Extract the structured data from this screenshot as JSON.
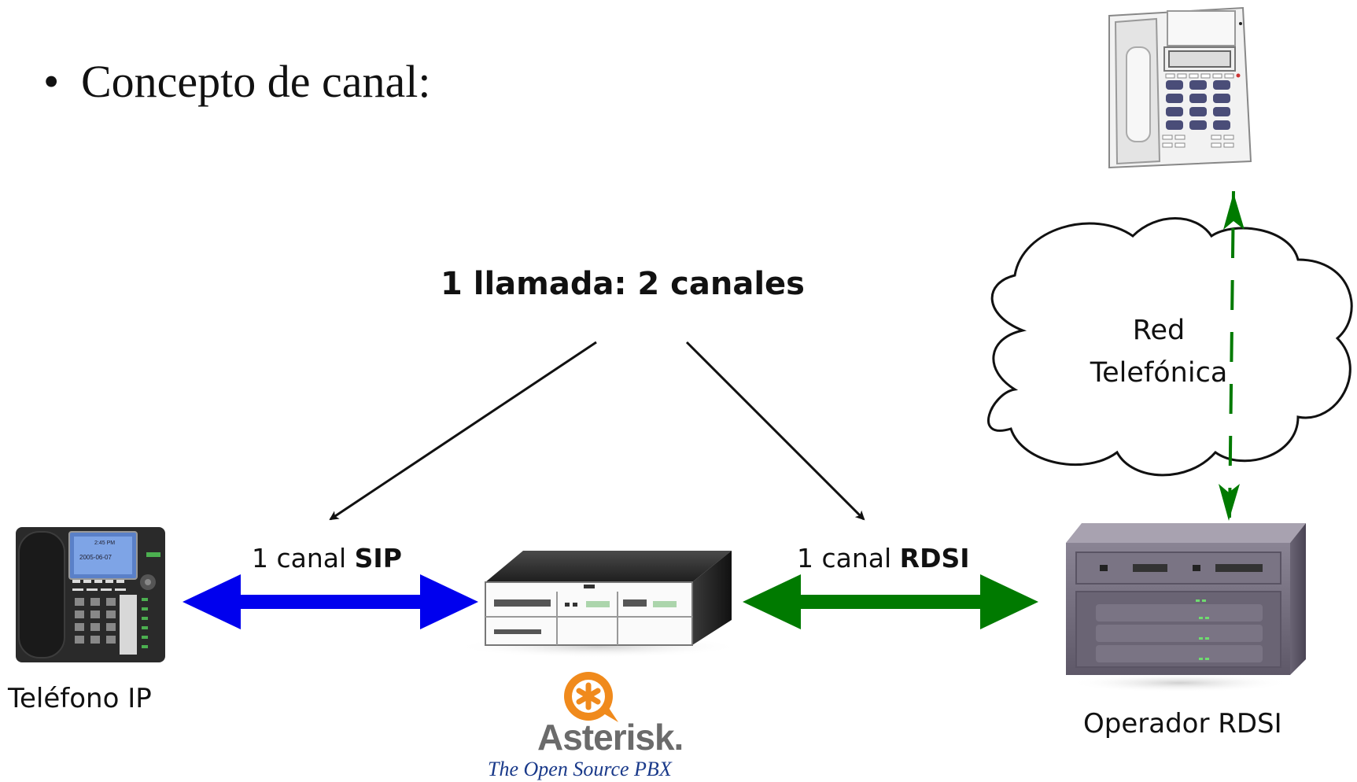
{
  "bullet": {
    "marker": "•",
    "text": "Concepto de canal:"
  },
  "headline": "1 llamada: 2 canales",
  "labels": {
    "sip_prefix": "1 canal ",
    "sip_strong": "SIP",
    "rdsi_prefix": "1 canal ",
    "rdsi_strong": "RDSI"
  },
  "cloud": {
    "line1": "Red",
    "line2": "Telefónica"
  },
  "captions": {
    "ip_phone": "Teléfono IP",
    "operator": "Operador RDSI"
  },
  "logo": {
    "wordmark": "Asterisk.",
    "tagline": "The Open Source PBX"
  },
  "ip_phone_screen": {
    "time": "2:45 PM",
    "date": "2005-06-07"
  },
  "colors": {
    "sip_arrow": "#0000ee",
    "rdsi_arrow": "#007a00",
    "dashed_link": "#007a00",
    "asterisk_orange": "#f08a1c"
  }
}
